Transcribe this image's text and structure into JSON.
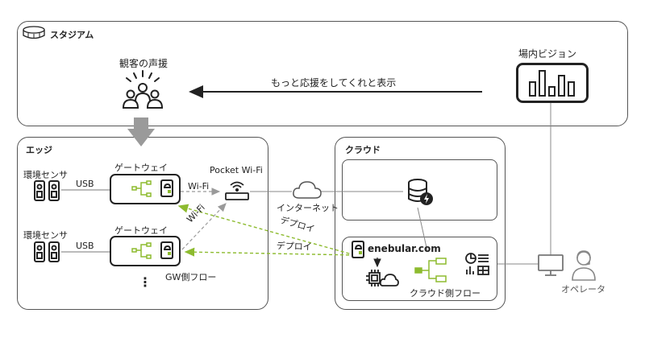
{
  "stadium": {
    "label": "スタジアム",
    "audience_label": "観客の声援",
    "vision_label": "場内ビジョン",
    "arrow_text": "もっと応援をしてくれと表示"
  },
  "edge": {
    "label": "エッジ",
    "sensor1_label": "環境センサ",
    "sensor2_label": "環境センサ",
    "usb1": "USB",
    "usb2": "USB",
    "gw1_label": "ゲートウェイ",
    "gw2_label": "ゲートウェイ",
    "gw_flow_label": "GW側フロー",
    "ellipsis": "⋮"
  },
  "network": {
    "pocket_wifi": "Pocket Wi-Fi",
    "wifi1": "Wi-Fi",
    "wifi2": "Wi-Fi",
    "internet": "インターネット",
    "deploy1": "デプロイ",
    "deploy2": "デプロイ"
  },
  "cloud": {
    "label": "クラウド",
    "enebular": "enebular.com",
    "cloud_flow_label": "クラウド側フロー"
  },
  "operator": {
    "label": "オペレータ"
  },
  "colors": {
    "deploy_arrow": "#8dbb2f",
    "panel_border": "#555555",
    "gray_arrow": "#9a9a9a"
  },
  "icons": [
    "stadium-icon",
    "audience-icon",
    "vision-bar-chart-icon",
    "sensor-icon",
    "flow-icon",
    "enebular-logo-icon",
    "router-icon",
    "cloud-icon",
    "database-icon",
    "chip-cloud-icon",
    "dashboard-icon",
    "monitor-icon",
    "operator-icon"
  ]
}
